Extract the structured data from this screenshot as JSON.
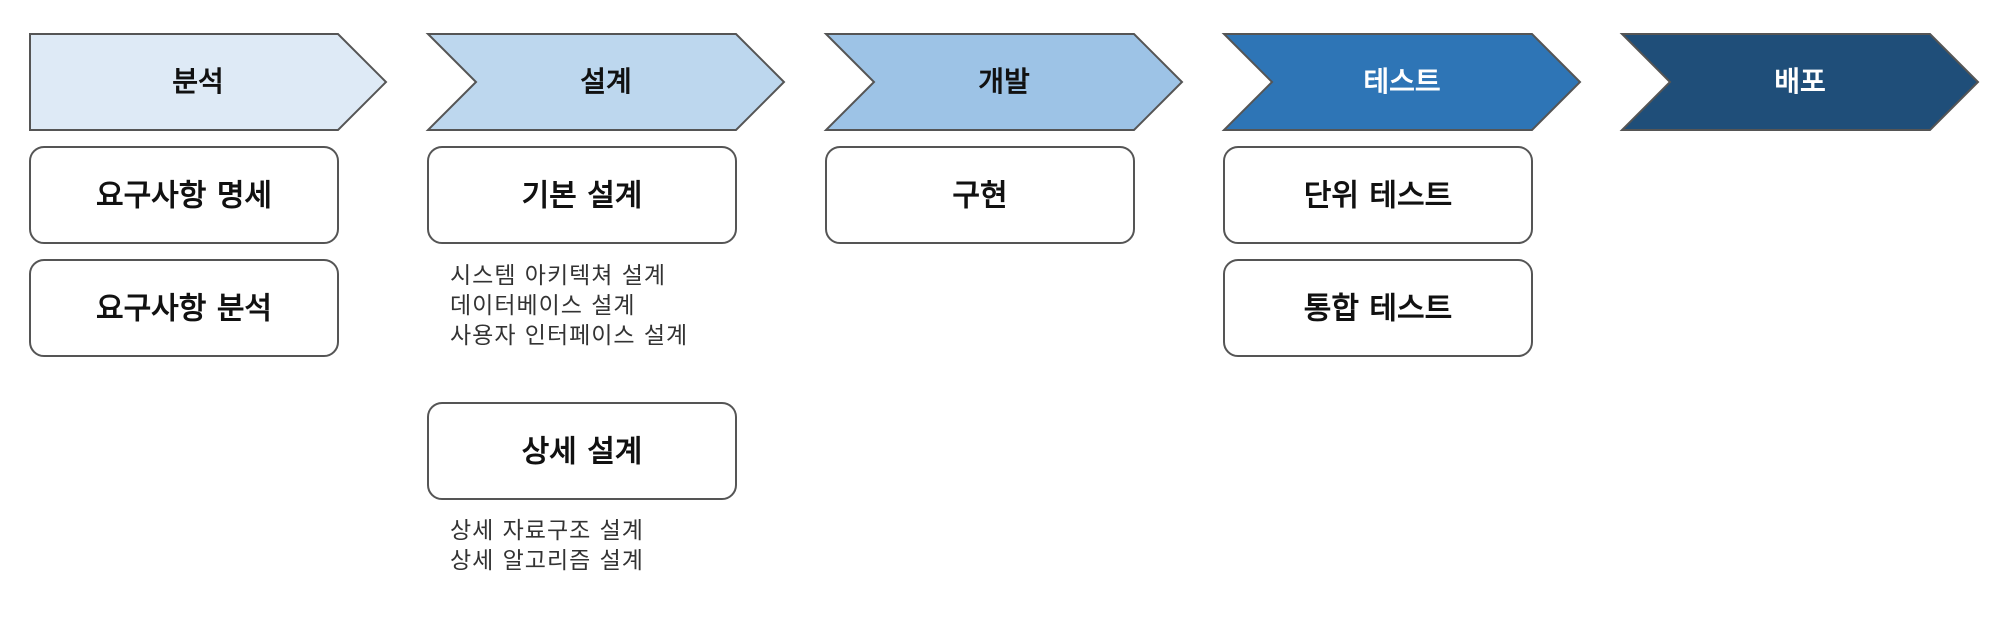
{
  "stages": [
    {
      "label": "분석",
      "fill": "#DEEAF6",
      "text_color": "#111111"
    },
    {
      "label": "설계",
      "fill": "#BDD7EE",
      "text_color": "#111111"
    },
    {
      "label": "개발",
      "fill": "#9DC3E6",
      "text_color": "#111111"
    },
    {
      "label": "테스트",
      "fill": "#2E75B6",
      "text_color": "#FFFFFF"
    },
    {
      "label": "배포",
      "fill": "#1F4E79",
      "text_color": "#FFFFFF"
    }
  ],
  "tasks": {
    "analysis_spec": "요구사항 명세",
    "analysis_review": "요구사항 분석",
    "basic_design": "기본 설계",
    "basic_design_notes": [
      "시스템 아키텍쳐 설계",
      "데이터베이스 설계",
      "사용자 인터페이스 설계"
    ],
    "detail_design": "상세 설계",
    "detail_design_notes": [
      "상세 자료구조 설계",
      "상세 알고리즘 설계"
    ],
    "implementation": "구현",
    "unit_test": "단위 테스트",
    "integration_test": "통합 테스트"
  },
  "colors": {
    "box_border": "#555555",
    "arrow_border": "#555555"
  }
}
